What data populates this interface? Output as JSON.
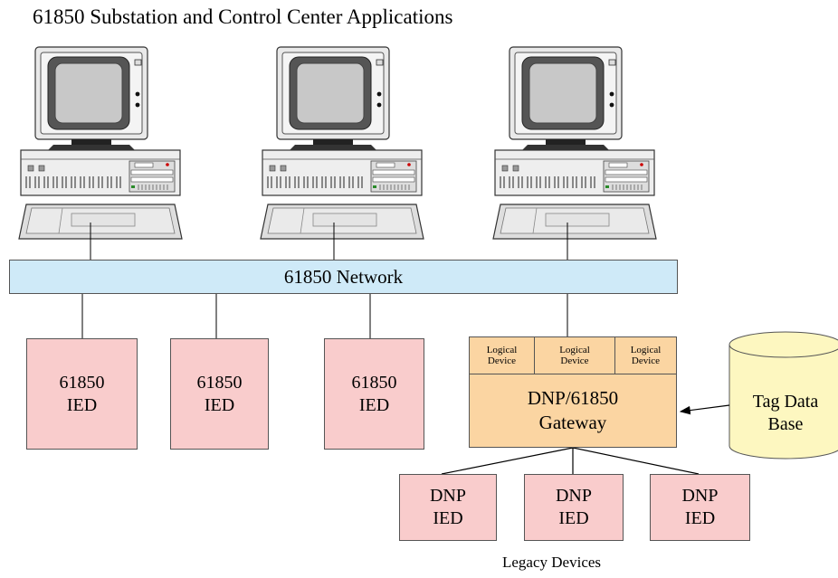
{
  "title": "61850 Substation and Control Center Applications",
  "network_label": "61850 Network",
  "ieds": [
    {
      "line1": "61850",
      "line2": "IED"
    },
    {
      "line1": "61850",
      "line2": "IED"
    },
    {
      "line1": "61850",
      "line2": "IED"
    }
  ],
  "gateway": {
    "logical_devices": [
      {
        "line1": "Logical",
        "line2": "Device"
      },
      {
        "line1": "Logical",
        "line2": "Device"
      },
      {
        "line1": "Logical",
        "line2": "Device"
      }
    ],
    "line1": "DNP/61850",
    "line2": "Gateway"
  },
  "database": {
    "line1": "Tag Data",
    "line2": "Base"
  },
  "dnp_ieds": [
    {
      "line1": "DNP",
      "line2": "IED"
    },
    {
      "line1": "DNP",
      "line2": "IED"
    },
    {
      "line1": "DNP",
      "line2": "IED"
    }
  ],
  "legacy_label": "Legacy Devices",
  "colors": {
    "network_fill": "#cfeaf8",
    "ied_fill": "#f9cccc",
    "gateway_fill": "#fbd5a2",
    "database_fill": "#fdf7c0"
  }
}
